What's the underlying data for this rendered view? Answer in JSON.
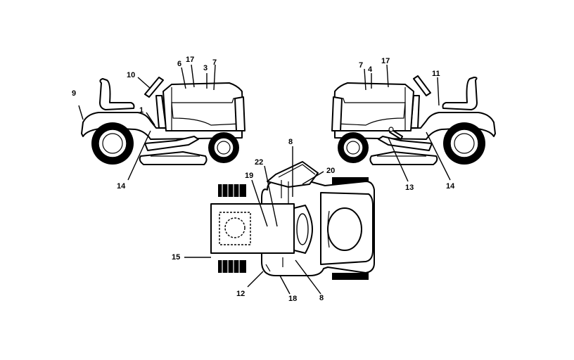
{
  "diagram": {
    "labels": {
      "left_9": "9",
      "left_10": "10",
      "left_1": "1",
      "left_6": "6",
      "left_17": "17",
      "left_3": "3",
      "left_7": "7",
      "left_14": "14",
      "right_7": "7",
      "right_4": "4",
      "right_17": "17",
      "right_11": "11",
      "right_13": "13",
      "right_14": "14",
      "top_8a": "8",
      "top_22": "22",
      "top_19": "19",
      "top_20": "20",
      "top_15": "15",
      "top_12": "12",
      "top_18": "18",
      "top_8b": "8"
    }
  }
}
